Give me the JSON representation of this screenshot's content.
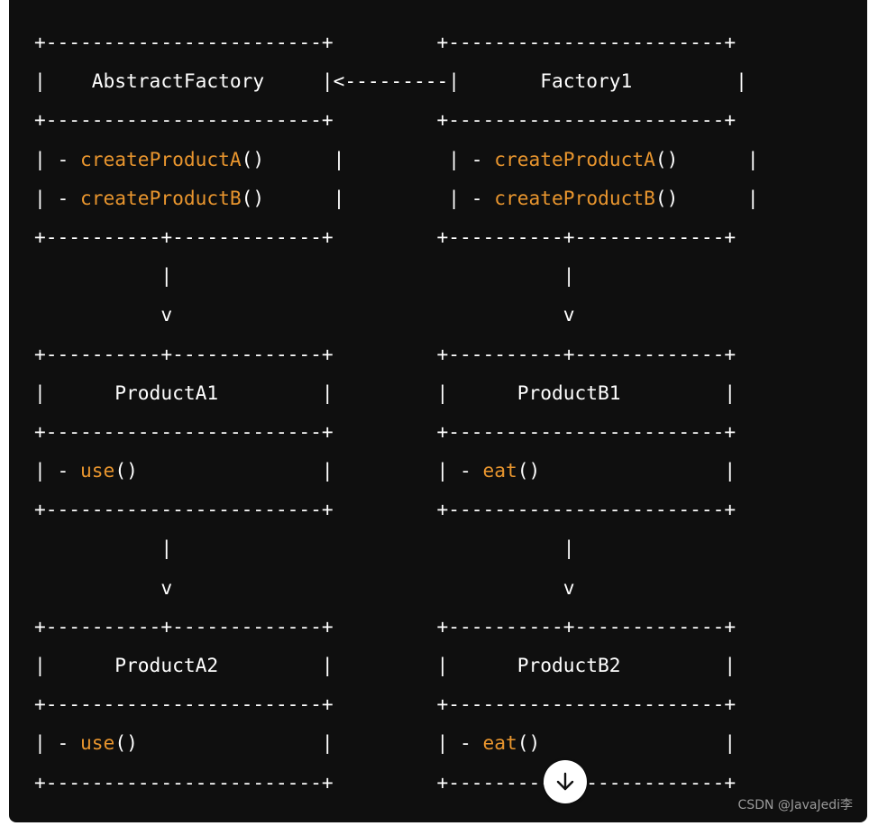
{
  "code_block": {
    "lines": [
      [
        {
          "t": "+------------------------+         +------------------------+"
        }
      ],
      [
        {
          "t": "|    AbstractFactory     |<---------|       Factory1         |"
        }
      ],
      [
        {
          "t": "+------------------------+         +------------------------+"
        }
      ],
      [
        {
          "t": "| - "
        },
        {
          "t": "createProductA",
          "fn": true
        },
        {
          "t": "()      |         | - "
        },
        {
          "t": "createProductA",
          "fn": true
        },
        {
          "t": "()      |"
        }
      ],
      [
        {
          "t": "| - "
        },
        {
          "t": "createProductB",
          "fn": true
        },
        {
          "t": "()      |         | - "
        },
        {
          "t": "createProductB",
          "fn": true
        },
        {
          "t": "()      |"
        }
      ],
      [
        {
          "t": "+----------+-------------+         +----------+-------------+"
        }
      ],
      [
        {
          "t": "           |                                  |"
        }
      ],
      [
        {
          "t": "           v                                  v"
        }
      ],
      [
        {
          "t": "+----------+-------------+         +----------+-------------+"
        }
      ],
      [
        {
          "t": "|      ProductA1         |         |      ProductB1         |"
        }
      ],
      [
        {
          "t": "+------------------------+         +------------------------+"
        }
      ],
      [
        {
          "t": "| - "
        },
        {
          "t": "use",
          "fn": true
        },
        {
          "t": "()                |         | - "
        },
        {
          "t": "eat",
          "fn": true
        },
        {
          "t": "()                |"
        }
      ],
      [
        {
          "t": "+------------------------+         +------------------------+"
        }
      ],
      [
        {
          "t": "           |                                  |"
        }
      ],
      [
        {
          "t": "           v                                  v"
        }
      ],
      [
        {
          "t": "+----------+-------------+         +----------+-------------+"
        }
      ],
      [
        {
          "t": "|      ProductA2         |         |      ProductB2         |"
        }
      ],
      [
        {
          "t": "+------------------------+         +------------------------+"
        }
      ],
      [
        {
          "t": "| - "
        },
        {
          "t": "use",
          "fn": true
        },
        {
          "t": "()                |         | - "
        },
        {
          "t": "eat",
          "fn": true
        },
        {
          "t": "()                |"
        }
      ],
      [
        {
          "t": "+------------------------+         +------------------------+"
        }
      ]
    ]
  },
  "scroll_button": {
    "icon": "arrow-down-icon"
  },
  "watermark": {
    "text": "CSDN @JavaJedi李"
  },
  "colors": {
    "background": "#0f0f0f",
    "text": "#ffffff",
    "function_name": "#e8952e"
  }
}
